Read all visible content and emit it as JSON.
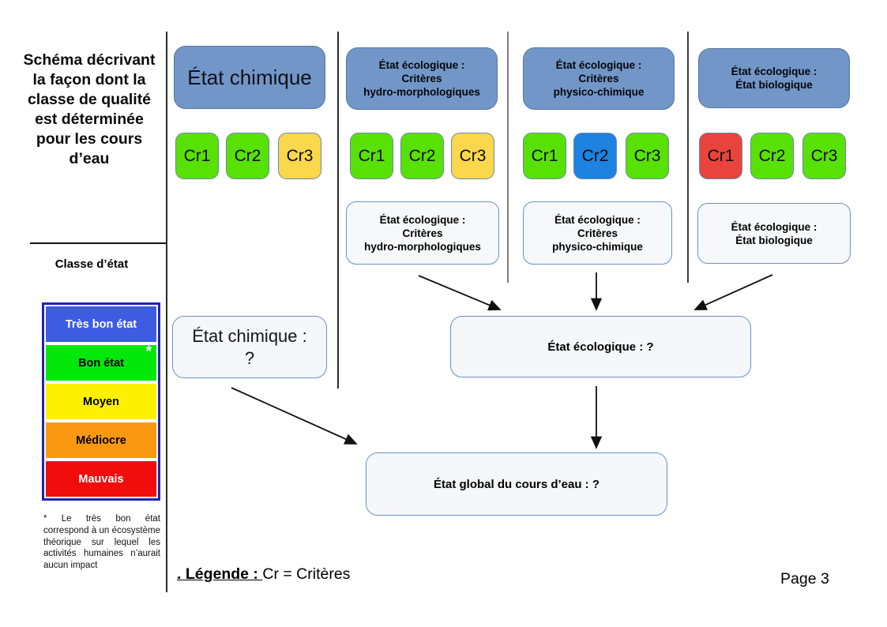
{
  "sidebar": {
    "title": "Schéma décrivant la façon dont la classe de qualité est déterminée pour les cours d’eau",
    "class_heading": "Classe d’état",
    "asterisk": "*",
    "classes": [
      {
        "label": "Très bon état",
        "color": "#3d5ce2",
        "text_color": "#ffffff",
        "asterisk": false
      },
      {
        "label": "Bon état",
        "color": "#02e80b",
        "text_color": "#000000",
        "asterisk": true
      },
      {
        "label": "Moyen",
        "color": "#fdf001",
        "text_color": "#000000",
        "asterisk": false
      },
      {
        "label": "Médiocre",
        "color": "#fa9811",
        "text_color": "#000000",
        "asterisk": false
      },
      {
        "label": "Mauvais",
        "color": "#f20d0d",
        "text_color": "#ffffff",
        "asterisk": false
      }
    ],
    "footnote": "* Le très bon état correspond à un écosystème théorique sur lequel les activités humaines n’aurait aucun impact"
  },
  "colors": {
    "header_fill": "#7296c8",
    "criteria_green": "#58e105",
    "criteria_yellow": "#fbd74b",
    "criteria_blue": "#1e82e0",
    "criteria_red": "#e8433d"
  },
  "columns": [
    {
      "header": "État chimique",
      "criteria": [
        {
          "label": "Cr1",
          "color": "#58e105"
        },
        {
          "label": "Cr2",
          "color": "#58e105"
        },
        {
          "label": "Cr3",
          "color": "#fbd74b"
        }
      ]
    },
    {
      "header": "État écologique :\nCritères\nhydro-morphologiques",
      "criteria": [
        {
          "label": "Cr1",
          "color": "#58e105"
        },
        {
          "label": "Cr2",
          "color": "#58e105"
        },
        {
          "label": "Cr3",
          "color": "#fbd74b"
        }
      ],
      "result_box": "État écologique :\nCritères\nhydro-morphologiques"
    },
    {
      "header": "État écologique :\nCritères\nphysico-chimique",
      "criteria": [
        {
          "label": "Cr1",
          "color": "#58e105"
        },
        {
          "label": "Cr2",
          "color": "#1e82e0"
        },
        {
          "label": "Cr3",
          "color": "#58e105"
        }
      ],
      "result_box": "État écologique :\nCritères\nphysico-chimique"
    },
    {
      "header": "État écologique :\nÉtat biologique",
      "criteria": [
        {
          "label": "Cr1",
          "color": "#e8433d"
        },
        {
          "label": "Cr2",
          "color": "#58e105"
        },
        {
          "label": "Cr3",
          "color": "#58e105"
        }
      ],
      "result_box": "État écologique :\nÉtat biologique"
    }
  ],
  "results": {
    "chemical": "État chimique :\n?",
    "ecological": "État écologique : ?",
    "global": "État global du cours d’eau : ?"
  },
  "footer": {
    "legend_label": ". Légende : ",
    "legend_text": "Cr = Critères",
    "page": "Page 3"
  }
}
